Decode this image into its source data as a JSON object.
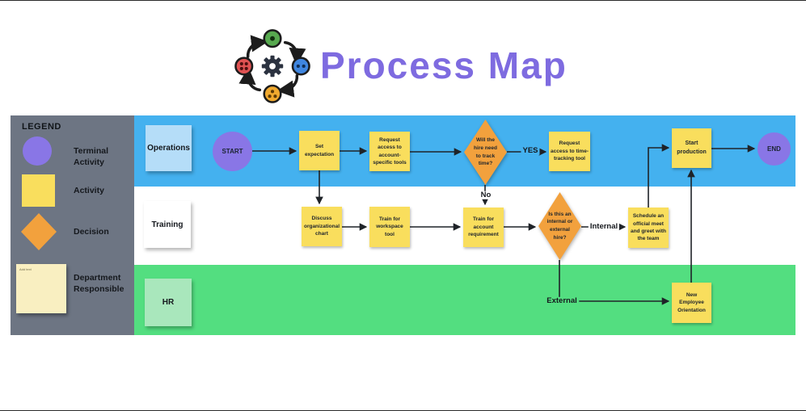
{
  "header": {
    "title": "Process Map",
    "title_color": "#7E6BE0",
    "logo_icon": "process-cycle-icon"
  },
  "legend": {
    "heading": "LEGEND",
    "items": [
      {
        "shape": "circle",
        "label": "Terminal Activity"
      },
      {
        "shape": "square",
        "label": "Activity"
      },
      {
        "shape": "diamond",
        "label": "Decision"
      },
      {
        "shape": "sticky-note",
        "label": "Department Responsible",
        "note_placeholder": "Add text"
      }
    ]
  },
  "lanes": [
    {
      "label": "Operations",
      "color": "#44B1EF"
    },
    {
      "label": "Training",
      "color": "#FFFFFF"
    },
    {
      "label": "HR",
      "color": "#53DE80"
    }
  ],
  "nodes": {
    "start": "START",
    "set_expectation": "Set expectation",
    "request_account_access": "Request access to account-specific tools",
    "track_time_question": "Will the hire need to track time?",
    "request_time_tracking": "Request access to time-tracking tool",
    "start_production": "Start production",
    "end": "END",
    "discuss_org_chart": "Discuss organizational chart",
    "train_workspace": "Train for workspace tool",
    "train_account": "Train for account requirement",
    "hire_type_question": "Is this an internal or external hire?",
    "schedule_meet": "Schedule an official meet and greet with the team",
    "new_employee_orientation": "New Employee Orientation"
  },
  "edge_labels": {
    "yes": "YES",
    "no": "No",
    "internal": "Internal",
    "external": "External"
  },
  "colors": {
    "terminal": "#8976E6",
    "activity": "#F9DE5D",
    "decision": "#F2A13D",
    "legend_panel": "#6D7583",
    "operations_note": "#B5DDF8",
    "hr_note": "#A9E7BC",
    "department_note": "#F9EFC1",
    "connector": "#1f2328"
  }
}
